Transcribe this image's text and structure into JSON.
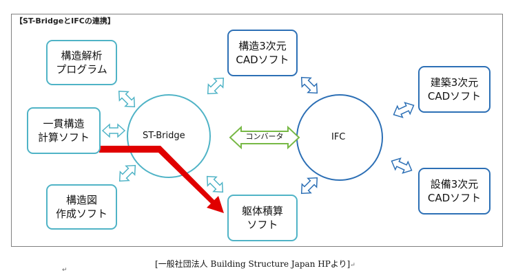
{
  "title": "【ST-BridgeとIFCの連携】",
  "boxes": {
    "analysis": [
      "構造解析",
      "プログラム"
    ],
    "ikkan": [
      "一貫構造",
      "計算ソフト"
    ],
    "zu": [
      "構造図",
      "作成ソフト"
    ],
    "struct3d": [
      "構造3次元",
      "CADソフト"
    ],
    "kutai": [
      "躯体積算",
      "ソフト"
    ],
    "arch3d": [
      "建築3次元",
      "CADソフト"
    ],
    "setsubi3d": [
      "設備3次元",
      "CADソフト"
    ]
  },
  "circles": {
    "st": "ST-Bridge",
    "ifc": "IFC"
  },
  "converter": "コンバータ",
  "caption": "[一般社団法人 Building Structure Japan HPより]",
  "return_mark": "↵",
  "colors": {
    "teal": "#4fb3c6",
    "blue": "#2c6fb5",
    "green": "#77b845",
    "red": "#e00000"
  }
}
